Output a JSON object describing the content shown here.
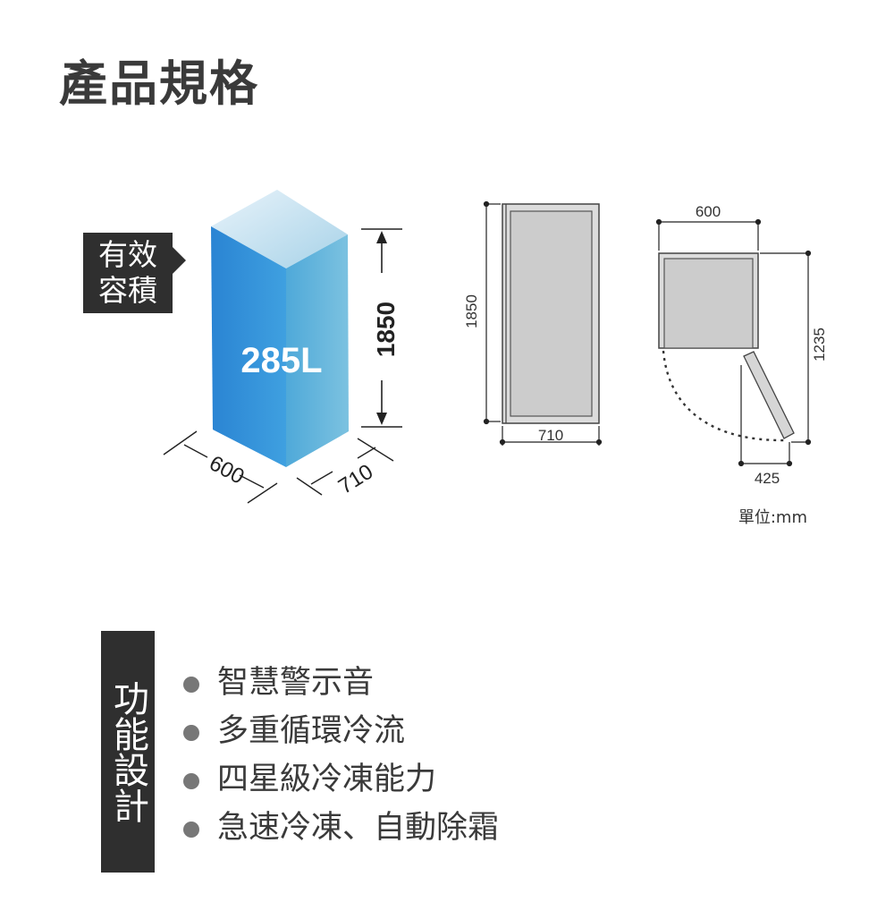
{
  "page": {
    "title": "產品規格"
  },
  "capacity": {
    "label": "有效容積",
    "value": "285L"
  },
  "iso_box": {
    "height": "1850",
    "width": "600",
    "depth": "710"
  },
  "front_view": {
    "height": "1850",
    "depth": "710"
  },
  "top_view": {
    "width": "600",
    "depth_with_door": "1235",
    "door_swing": "425"
  },
  "unit": "單位:mm",
  "features": {
    "label": "功能設計",
    "items": [
      "智慧警示音",
      "多重循環冷流",
      "四星級冷凍能力",
      "急速冷凍、自動除霜"
    ]
  },
  "colors": {
    "accent_blue": "#2f8fd6",
    "dark_tag": "#2f2f2f"
  }
}
